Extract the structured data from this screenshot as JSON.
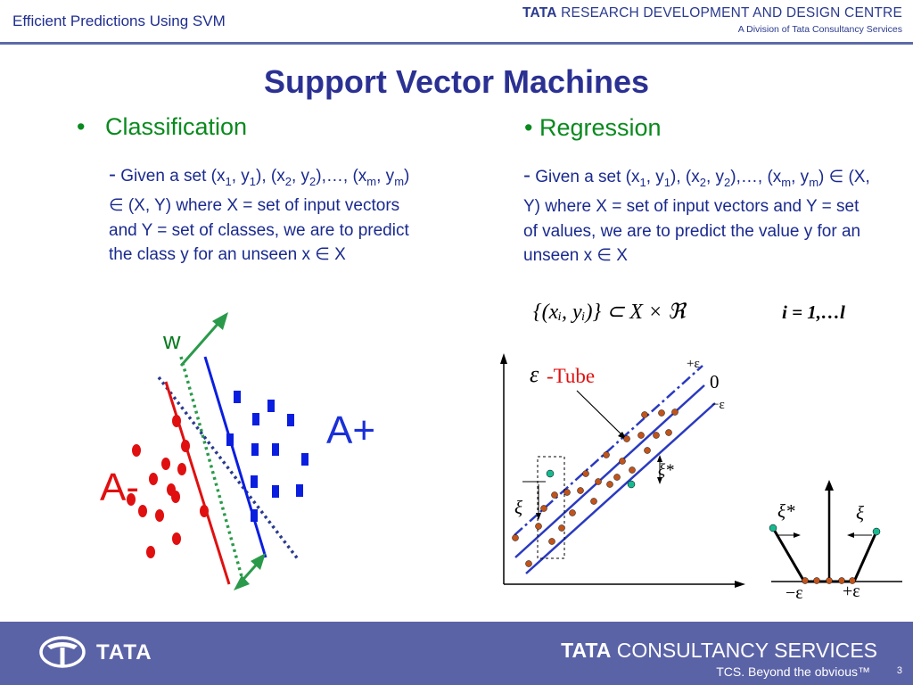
{
  "header": {
    "title": "Efficient Predictions Using SVM",
    "brand_tata": "TATA",
    "brand_rest": "RESEARCH DEVELOPMENT AND DESIGN CENTRE",
    "brand_sub": "A Division of Tata Consultancy Services"
  },
  "slide": {
    "title": "Support Vector Machines",
    "left": {
      "bullet": "Classification",
      "dash": "-",
      "text_parts": [
        "Given a set (x",
        "1",
        ", y",
        "1",
        "), (x",
        "2",
        ", y",
        "2",
        "),…, (x",
        "m",
        ", y",
        "m",
        ") ∈ (X, Y) where X = set of input vectors and Y = set of classes, we are to predict the class y for an unseen x ∈ X"
      ]
    },
    "right": {
      "bullet": "• Regression",
      "dash": "-",
      "text_parts": [
        "Given a set (x",
        "1",
        ", y",
        "1",
        "), (x",
        "2",
        ", y",
        "2",
        "),…, (x",
        "m",
        ", y",
        "m",
        ") ∈ (X, Y) where X = set of input vectors and Y = set of values, we are to predict the value y for an unseen x ∈ X"
      ],
      "formula": "{(xᵢ, yᵢ)} ⊂ X × ℜ",
      "formula_index": "i = 1,…l"
    }
  },
  "classification_figure": {
    "label_w": "w",
    "label_a_plus": "A+",
    "label_a_minus": "A-",
    "colors": {
      "negative": "#e01010",
      "positive": "#0a1ee0",
      "w_arrow": "#2a9a4a",
      "margin": "#2a3a8e"
    }
  },
  "regression_figure": {
    "label_tube": "-Tube",
    "label_eps": "ε",
    "label_plus_eps": "+ε",
    "label_zero": "0",
    "label_minus_eps": "−ε",
    "label_xi": "ξ",
    "label_xi_star": "ξ*"
  },
  "loss_figure": {
    "label_minus_eps": "−ε",
    "label_plus_eps": "+ε",
    "label_xi": "ξ",
    "label_xi_star": "ξ*"
  },
  "footer": {
    "tata": "TATA",
    "tcs_bold": "TATA",
    "tcs_rest": "CONSULTANCY SERVICES",
    "tagline": "TCS. Beyond the obvious™",
    "page": "3"
  }
}
